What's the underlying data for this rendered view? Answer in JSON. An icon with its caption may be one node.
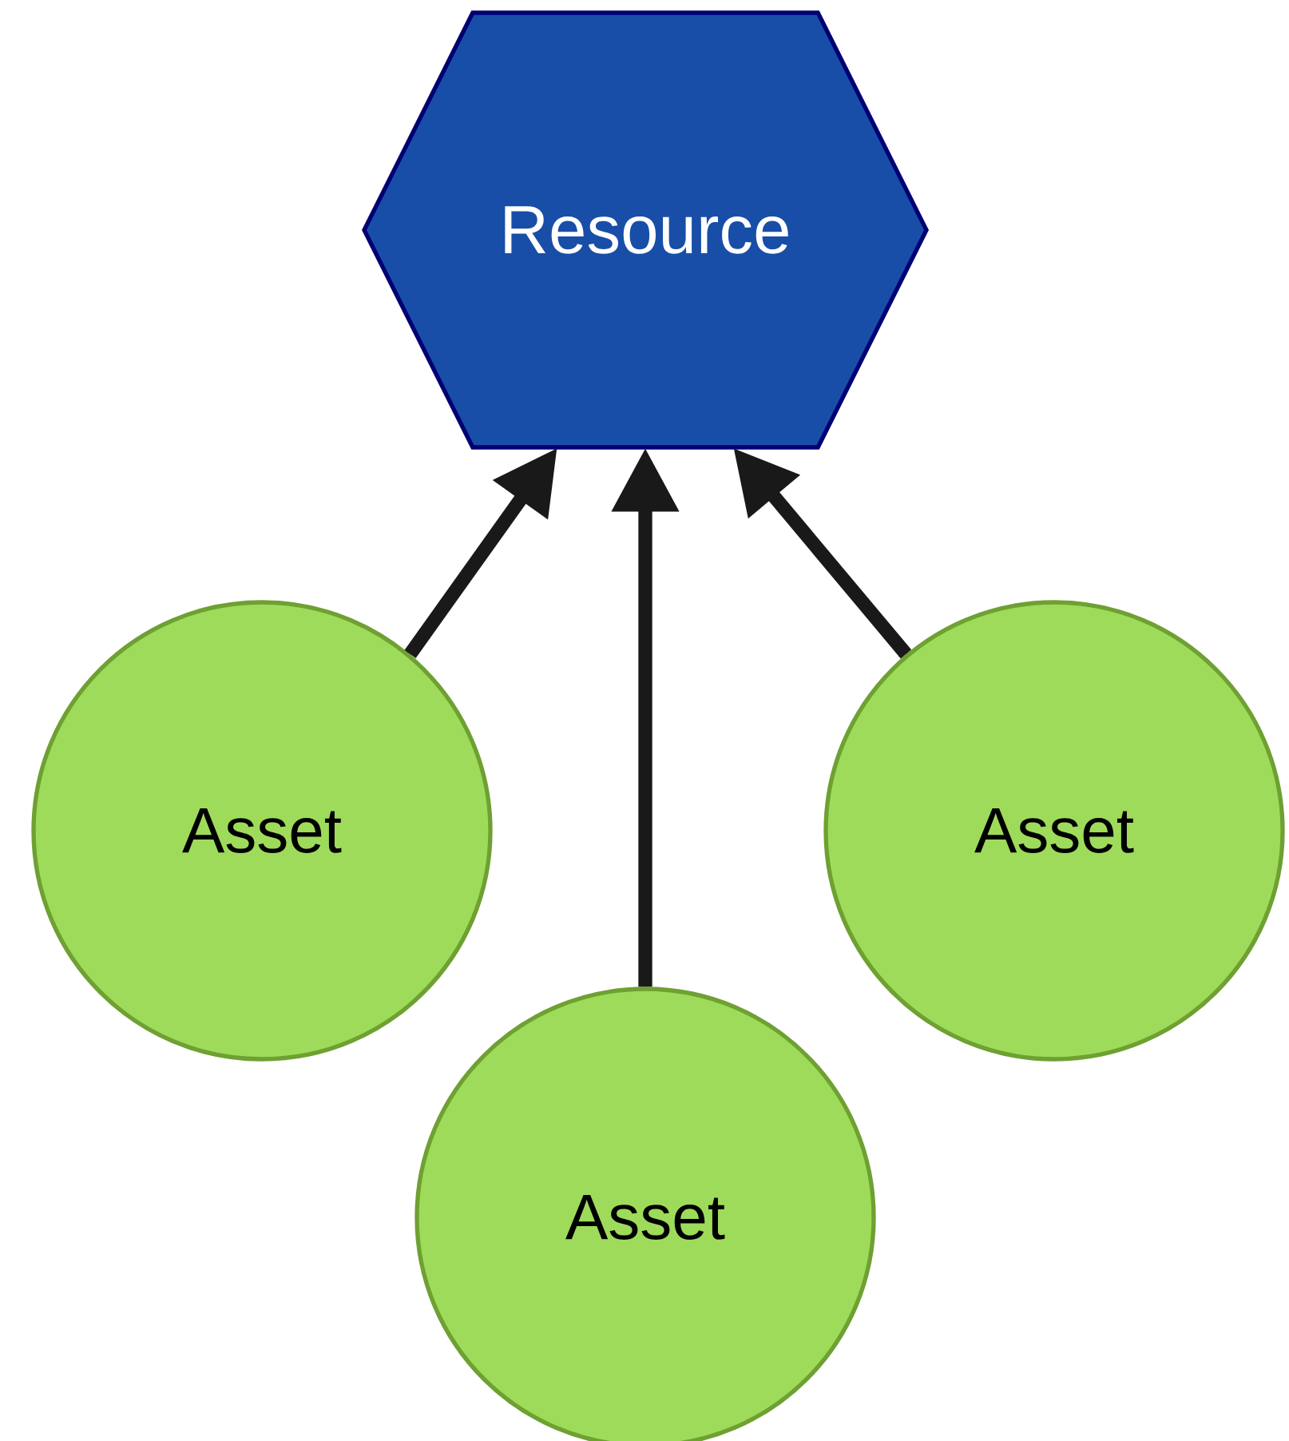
{
  "diagram": {
    "nodes": [
      {
        "text": [
          "Resource"
        ]
      },
      {
        "text": [
          "Asset"
        ]
      },
      {
        "text": [
          "Asset"
        ]
      },
      {
        "text": [
          "Asset"
        ]
      }
    ],
    "edges": [
      {
        "from": 1,
        "to": 0,
        "arrow": "to"
      },
      {
        "from": 3,
        "to": 0,
        "arrow": "to"
      },
      {
        "from": 2,
        "to": 0,
        "arrow": "to"
      }
    ]
  }
}
